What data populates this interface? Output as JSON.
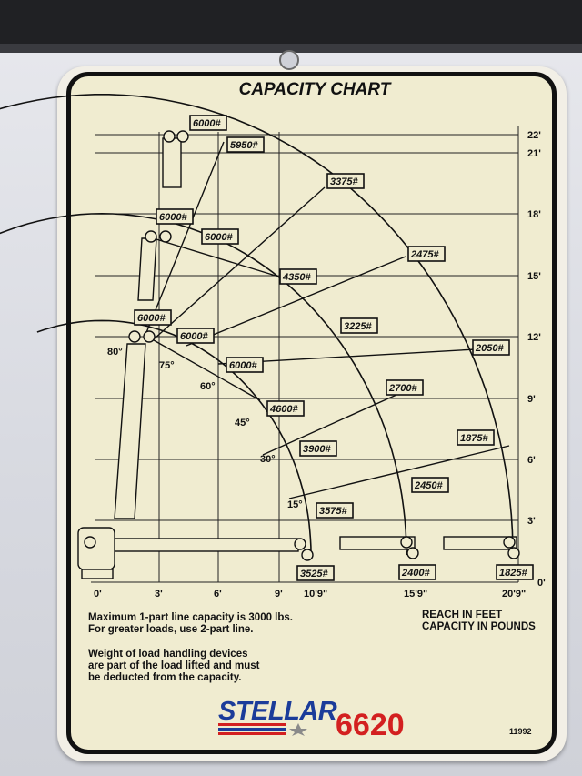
{
  "title": "CAPACITY CHART",
  "height_labels": [
    "0'",
    "3'",
    "6'",
    "9'",
    "12'",
    "15'",
    "18'",
    "21'",
    "22'"
  ],
  "reach_labels": [
    "0'",
    "3'",
    "6'",
    "9'",
    "10'9\"",
    "15'9\"",
    "20'9\""
  ],
  "angle_labels": [
    "80°",
    "75°",
    "60°",
    "45°",
    "30°",
    "15°"
  ],
  "capacities": {
    "top_boom_tip": "6000#",
    "top_5950": "5950#",
    "top_3375": "3375#",
    "top_2475": "2475#",
    "mid_boom_tip": "6000#",
    "mid_6000": "6000#",
    "mid_4350": "4350#",
    "mid_3225": "3225#",
    "mid_2050": "2050#",
    "low_boom_tip": "6000#",
    "low_6000": "6000#",
    "low_6000_b": "6000#",
    "low_4600": "4600#",
    "low_2700": "2700#",
    "low_3900": "3900#",
    "low_1875": "1875#",
    "low_2450": "2450#",
    "low_3575": "3575#",
    "base_3525": "3525#",
    "base_2400": "2400#",
    "base_1825": "1825#"
  },
  "notes": {
    "line1": "Maximum 1-part line capacity is 3000 lbs.",
    "line2": "For greater loads, use 2-part line.",
    "line3": "Weight of load handling devices",
    "line4": "are part of the load lifted and must",
    "line5": "be deducted from the capacity.",
    "legend1": "REACH IN FEET",
    "legend2": "CAPACITY IN POUNDS"
  },
  "brand": {
    "name": "STELLAR",
    "model": "6620",
    "part_number": "11992"
  },
  "colors": {
    "card": "#f0ecd0",
    "ink": "#111111",
    "brand_blue": "#1b3c9a",
    "brand_red": "#d32020"
  }
}
